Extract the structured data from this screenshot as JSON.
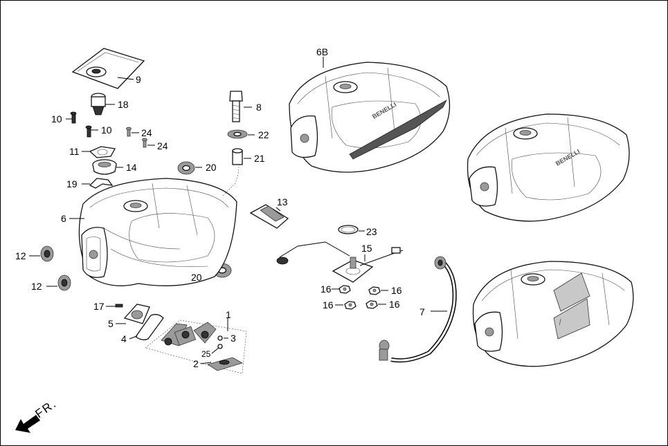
{
  "labels": {
    "p9": "9",
    "p18": "18",
    "p10a": "10",
    "p10b": "10",
    "p24a": "24",
    "p24b": "24",
    "p11": "11",
    "p14": "14",
    "p19": "19",
    "p20a": "20",
    "p20b": "20",
    "p6": "6",
    "p12a": "12",
    "p12b": "12",
    "p17": "17",
    "p5": "5",
    "p4": "4",
    "p1": "1",
    "p3": "3",
    "p25": "25",
    "p2": "2",
    "p8": "8",
    "p22": "22",
    "p21": "21",
    "p13": "13",
    "p6b": "6B",
    "p23": "23",
    "p15": "15",
    "p16a": "16",
    "p16b": "16",
    "p16c": "16",
    "p16d": "16",
    "p7": "7"
  },
  "direction_indicator": "FR.",
  "tank_brand": "BENELLI",
  "icons": {
    "front_arrow": "arrow-down-left-icon"
  }
}
